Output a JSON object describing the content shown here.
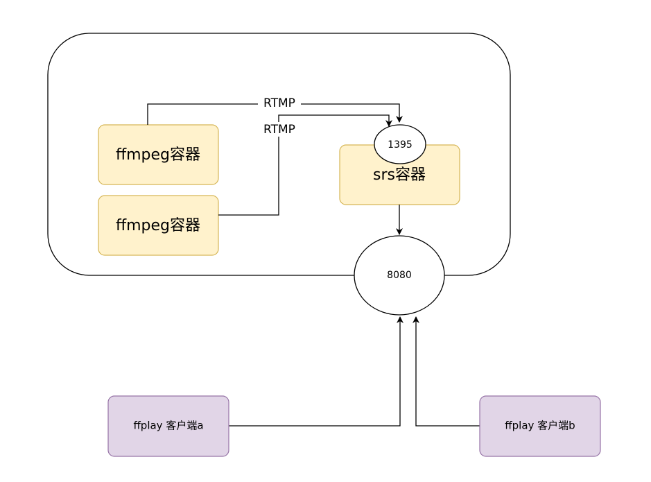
{
  "nodes": {
    "ffmpeg_a": {
      "label": "ffmpeg容器"
    },
    "ffmpeg_b": {
      "label": "ffmpeg容器"
    },
    "srs": {
      "label": "srs容器"
    },
    "port_srs": {
      "label": "1395"
    },
    "port_host": {
      "label": "8080"
    },
    "client_a": {
      "label": "ffplay 客户端a"
    },
    "client_b": {
      "label": "ffplay 客户端b"
    }
  },
  "edges": {
    "ffmpeg_a_to_srs": {
      "label": "RTMP"
    },
    "ffmpeg_b_to_srs": {
      "label": "RTMP"
    }
  },
  "colors": {
    "container_fill": "#fff2cc",
    "container_stroke": "#d6b656",
    "client_fill": "#e1d5e7",
    "client_stroke": "#9673a6",
    "line": "#000000",
    "background": "#ffffff"
  }
}
